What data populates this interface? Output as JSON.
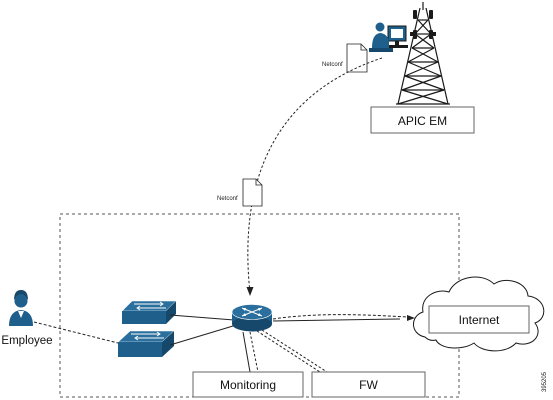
{
  "labels": {
    "apic_em": "APIC EM",
    "netconf_top": "Netconf",
    "netconf_mid": "Netconf",
    "employee": "Employee",
    "internet": "Internet",
    "monitoring": "Monitoring",
    "fw": "FW",
    "figure_id": "395205"
  },
  "colors": {
    "device_blue": "#1f5f8b",
    "device_dark": "#16486b",
    "line": "#222222",
    "box_border": "#666666"
  },
  "icons": [
    "cell-tower-icon",
    "operator-workstation-icon",
    "document-icon",
    "person-icon",
    "switch-icon",
    "router-icon",
    "cloud-icon"
  ]
}
